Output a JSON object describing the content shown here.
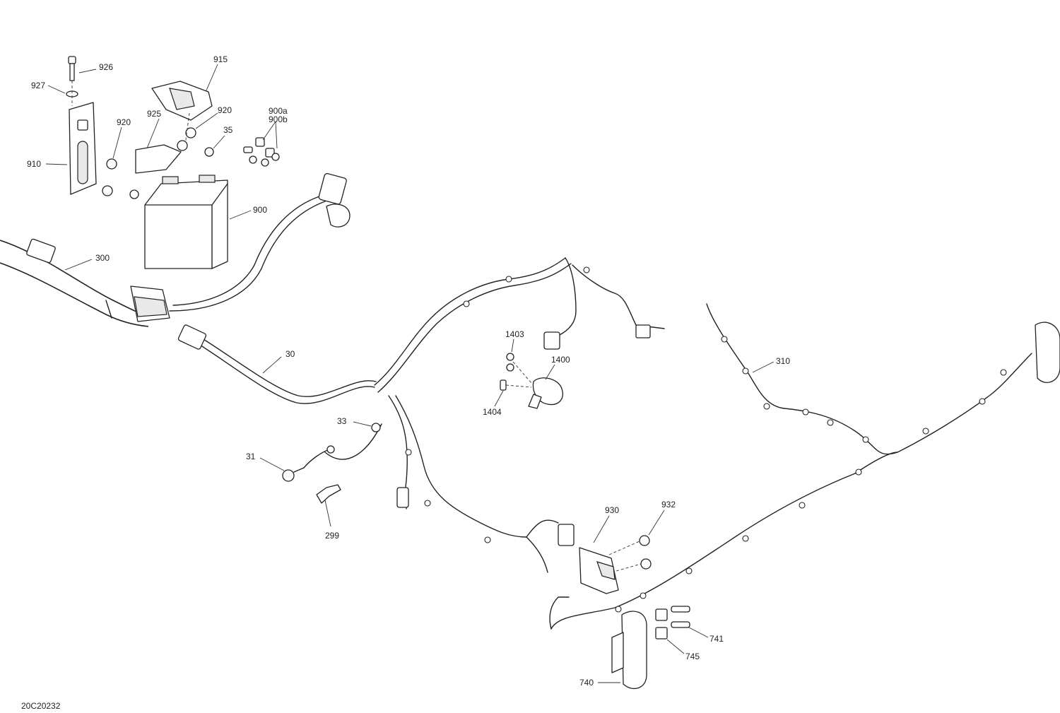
{
  "callouts": [
    {
      "id": "926",
      "text": "926"
    },
    {
      "id": "927",
      "text": "927"
    },
    {
      "id": "915",
      "text": "915"
    },
    {
      "id": "920a",
      "text": "920"
    },
    {
      "id": "920b",
      "text": "920"
    },
    {
      "id": "925",
      "text": "925"
    },
    {
      "id": "35",
      "text": "35"
    },
    {
      "id": "900a",
      "text": "900a"
    },
    {
      "id": "900b",
      "text": "900b"
    },
    {
      "id": "910",
      "text": "910"
    },
    {
      "id": "900",
      "text": "900"
    },
    {
      "id": "300",
      "text": "300"
    },
    {
      "id": "30",
      "text": "30"
    },
    {
      "id": "1403",
      "text": "1403"
    },
    {
      "id": "1400",
      "text": "1400"
    },
    {
      "id": "1404",
      "text": "1404"
    },
    {
      "id": "310",
      "text": "310"
    },
    {
      "id": "33",
      "text": "33"
    },
    {
      "id": "31",
      "text": "31"
    },
    {
      "id": "299",
      "text": "299"
    },
    {
      "id": "930",
      "text": "930"
    },
    {
      "id": "932",
      "text": "932"
    },
    {
      "id": "741",
      "text": "741"
    },
    {
      "id": "745",
      "text": "745"
    },
    {
      "id": "740",
      "text": "740"
    }
  ],
  "drawing_code": "20C20232"
}
